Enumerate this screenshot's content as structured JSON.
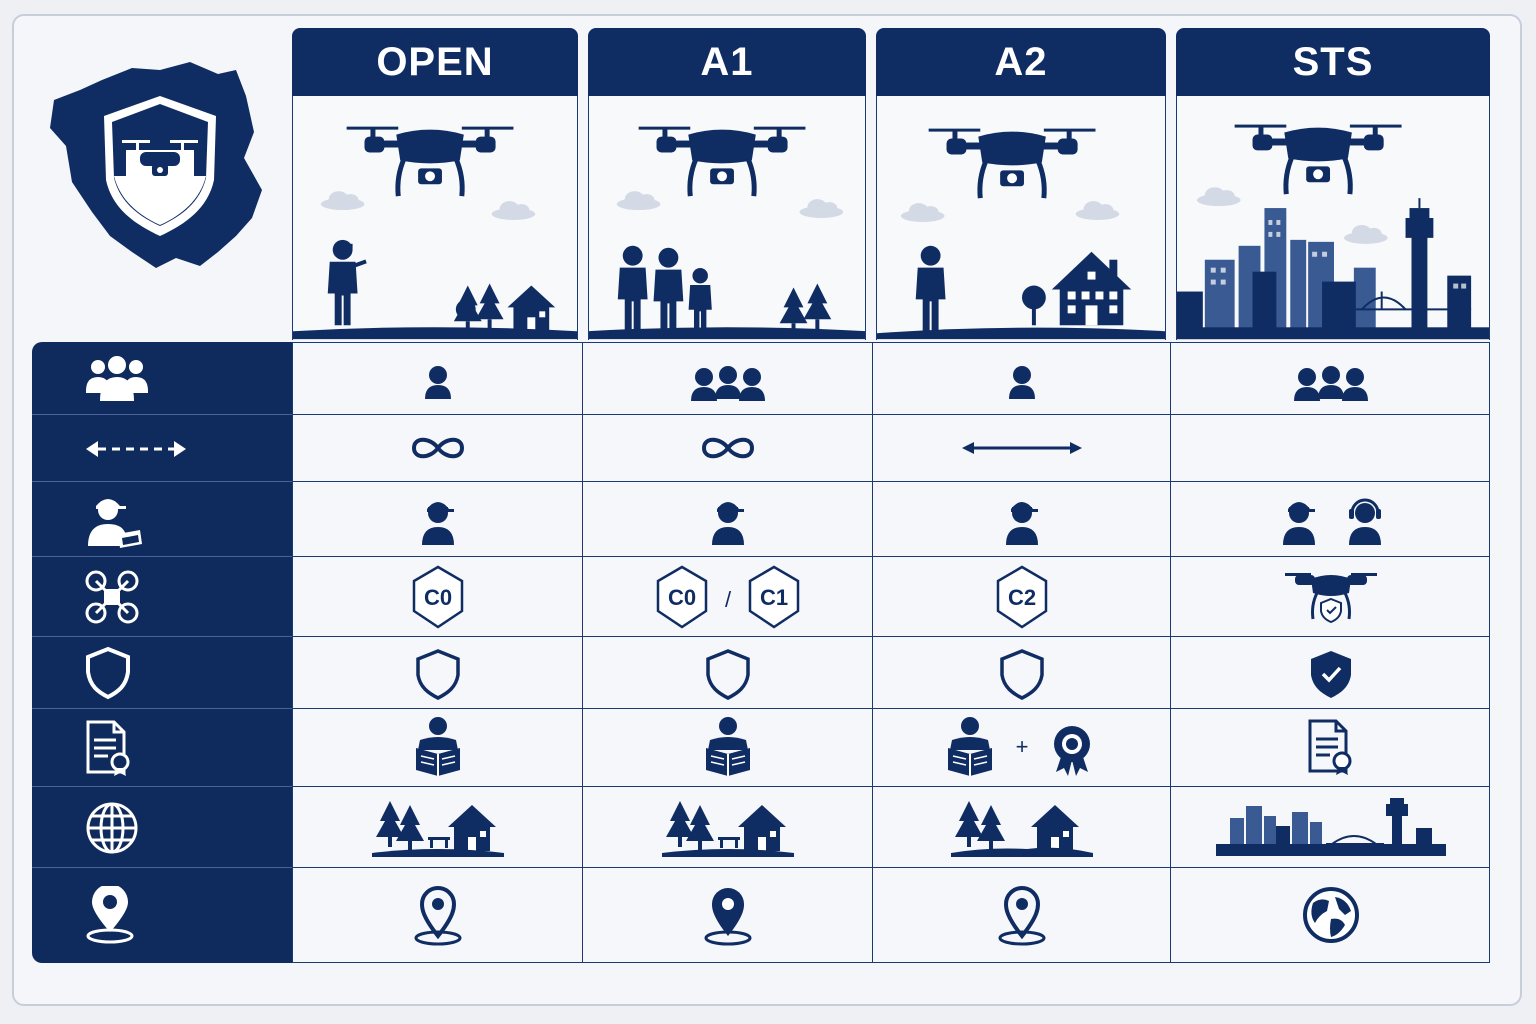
{
  "categories": [
    {
      "id": "open",
      "label": "OPEN"
    },
    {
      "id": "a1",
      "label": "A1"
    },
    {
      "id": "a2",
      "label": "A2"
    },
    {
      "id": "sts",
      "label": "STS"
    }
  ],
  "rows": [
    {
      "id": "people",
      "icon": "group-of-people-icon"
    },
    {
      "id": "distance",
      "icon": "horizontal-distance-icon"
    },
    {
      "id": "pilot",
      "icon": "pilot-with-controller-icon"
    },
    {
      "id": "drone-class",
      "icon": "drone-frame-icon"
    },
    {
      "id": "protection",
      "icon": "shield-icon"
    },
    {
      "id": "certificate",
      "icon": "certificate-document-icon"
    },
    {
      "id": "environment",
      "icon": "globe-icon"
    },
    {
      "id": "location",
      "icon": "map-pin-icon"
    }
  ],
  "class_labels": {
    "open": "C0",
    "a1_first": "C0",
    "a1_sep": "/",
    "a1_second": "C1",
    "a2": "C2"
  },
  "plus_sign": "+",
  "colors": {
    "navy": "#102d63",
    "mid": "#3a5a94",
    "light": "#b9c4d8"
  }
}
